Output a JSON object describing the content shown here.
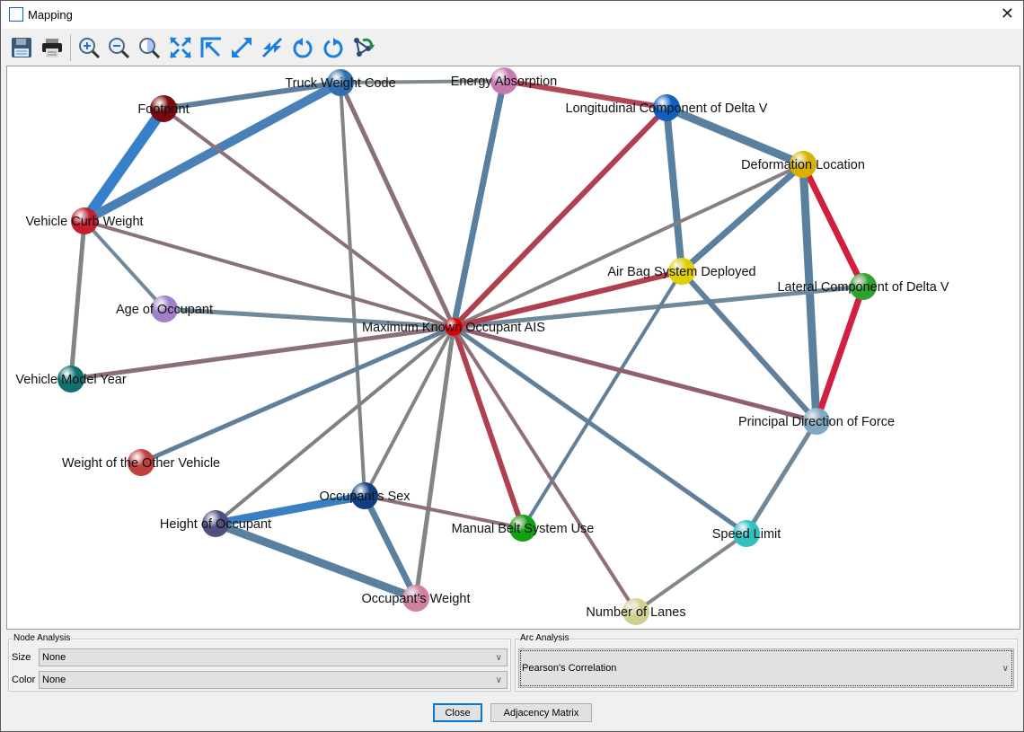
{
  "window": {
    "title": "Mapping",
    "close_label": "✕"
  },
  "toolbar": {
    "buttons": [
      "save",
      "print",
      "zoom-in",
      "zoom-out",
      "zoom-fit",
      "expand",
      "top-left",
      "enlarge",
      "shrink",
      "rotate-left",
      "rotate-right",
      "layout"
    ]
  },
  "graph": {
    "center": "Maximum Known Occupant AIS",
    "nodes": [
      {
        "id": "twc",
        "label": "Truck Weight Code",
        "color": "#2f6fb0"
      },
      {
        "id": "ea",
        "label": "Energy Absorption",
        "color": "#c87ab0"
      },
      {
        "id": "fp",
        "label": "Footprint",
        "color": "#7a0a10"
      },
      {
        "id": "lcdv",
        "label": "Longitudinal Component of Delta V",
        "color": "#1060c0"
      },
      {
        "id": "dl",
        "label": "Deformation Location",
        "color": "#d8b000"
      },
      {
        "id": "vcw",
        "label": "Vehicle Curb Weight",
        "color": "#c02030"
      },
      {
        "id": "absd",
        "label": "Air Bag System Deployed",
        "color": "#e0d000"
      },
      {
        "id": "latdv",
        "label": "Lateral Component of Delta V",
        "color": "#30a030"
      },
      {
        "id": "age",
        "label": "Age of Occupant",
        "color": "#a080c8"
      },
      {
        "id": "mais",
        "label": "Maximum Known Occupant AIS",
        "color": "#e00000"
      },
      {
        "id": "vmy",
        "label": "Vehicle Model Year",
        "color": "#107070"
      },
      {
        "id": "pdof",
        "label": "Principal Direction of Force",
        "color": "#80a8c0"
      },
      {
        "id": "wov",
        "label": "Weight of the Other Vehicle",
        "color": "#c04040"
      },
      {
        "id": "sex",
        "label": "Occupant's Sex",
        "color": "#104080"
      },
      {
        "id": "hgt",
        "label": "Height of Occupant",
        "color": "#505080"
      },
      {
        "id": "mbsu",
        "label": "Manual Belt System Use",
        "color": "#10a010"
      },
      {
        "id": "spd",
        "label": "Speed Limit",
        "color": "#30c0c0"
      },
      {
        "id": "wgt",
        "label": "Occupant's Weight",
        "color": "#d080a0"
      },
      {
        "id": "lanes",
        "label": "Number of Lanes",
        "color": "#d0d090"
      }
    ],
    "edges": [
      [
        "fp",
        "twc",
        6,
        "#5f7f9f"
      ],
      [
        "twc",
        "ea",
        4,
        "#7f8a8a"
      ],
      [
        "ea",
        "lcdv",
        6,
        "#b04858"
      ],
      [
        "fp",
        "vcw",
        12,
        "#3580c8"
      ],
      [
        "twc",
        "vcw",
        10,
        "#4a80b8"
      ],
      [
        "fp",
        "mais",
        4,
        "#8a7078"
      ],
      [
        "twc",
        "mais",
        5,
        "#8a7078"
      ],
      [
        "twc",
        "sex",
        4,
        "#7f8585"
      ],
      [
        "ea",
        "mais",
        7,
        "#5a80a0"
      ],
      [
        "lcdv",
        "mais",
        6,
        "#b04050"
      ],
      [
        "lcdv",
        "dl",
        9,
        "#5a80a0"
      ],
      [
        "lcdv",
        "absd",
        8,
        "#5a80a0"
      ],
      [
        "dl",
        "absd",
        7,
        "#5a80a0"
      ],
      [
        "dl",
        "mais",
        4,
        "#888080"
      ],
      [
        "dl",
        "latdv",
        7,
        "#d02040"
      ],
      [
        "dl",
        "pdof",
        9,
        "#5a80a0"
      ],
      [
        "latdv",
        "pdof",
        7,
        "#d02040"
      ],
      [
        "latdv",
        "mais",
        5,
        "#708898"
      ],
      [
        "absd",
        "mais",
        6,
        "#b04050"
      ],
      [
        "absd",
        "pdof",
        6,
        "#607f9a"
      ],
      [
        "absd",
        "mbsu",
        4,
        "#607f9a"
      ],
      [
        "vcw",
        "mais",
        4,
        "#8a7078"
      ],
      [
        "vcw",
        "age",
        4,
        "#708898"
      ],
      [
        "vcw",
        "vmy",
        5,
        "#808585"
      ],
      [
        "age",
        "mais",
        5,
        "#708898"
      ],
      [
        "vmy",
        "mais",
        5,
        "#8a7078"
      ],
      [
        "wov",
        "mais",
        5,
        "#607f9a"
      ],
      [
        "hgt",
        "mais",
        4,
        "#808080"
      ],
      [
        "sex",
        "mais",
        4,
        "#7f8585"
      ],
      [
        "wgt",
        "mais",
        5,
        "#808585"
      ],
      [
        "mbsu",
        "mais",
        6,
        "#b04050"
      ],
      [
        "lanes",
        "mais",
        4,
        "#907078"
      ],
      [
        "spd",
        "mais",
        5,
        "#607f9a"
      ],
      [
        "pdof",
        "mais",
        5,
        "#906070"
      ],
      [
        "hgt",
        "sex",
        9,
        "#3a7fc0"
      ],
      [
        "hgt",
        "wgt",
        9,
        "#5a80a0"
      ],
      [
        "sex",
        "wgt",
        7,
        "#5a80a0"
      ],
      [
        "sex",
        "mbsu",
        4,
        "#907078"
      ],
      [
        "pdof",
        "spd",
        5,
        "#708898"
      ],
      [
        "spd",
        "lanes",
        4,
        "#808888"
      ]
    ]
  },
  "node_analysis": {
    "title": "Node Analysis",
    "size_label": "Size",
    "size_value": "None",
    "color_label": "Color",
    "color_value": "None"
  },
  "arc_analysis": {
    "title": "Arc Analysis",
    "value": "Pearson's Correlation"
  },
  "buttons": {
    "close": "Close",
    "adjacency": "Adjacency Matrix"
  }
}
